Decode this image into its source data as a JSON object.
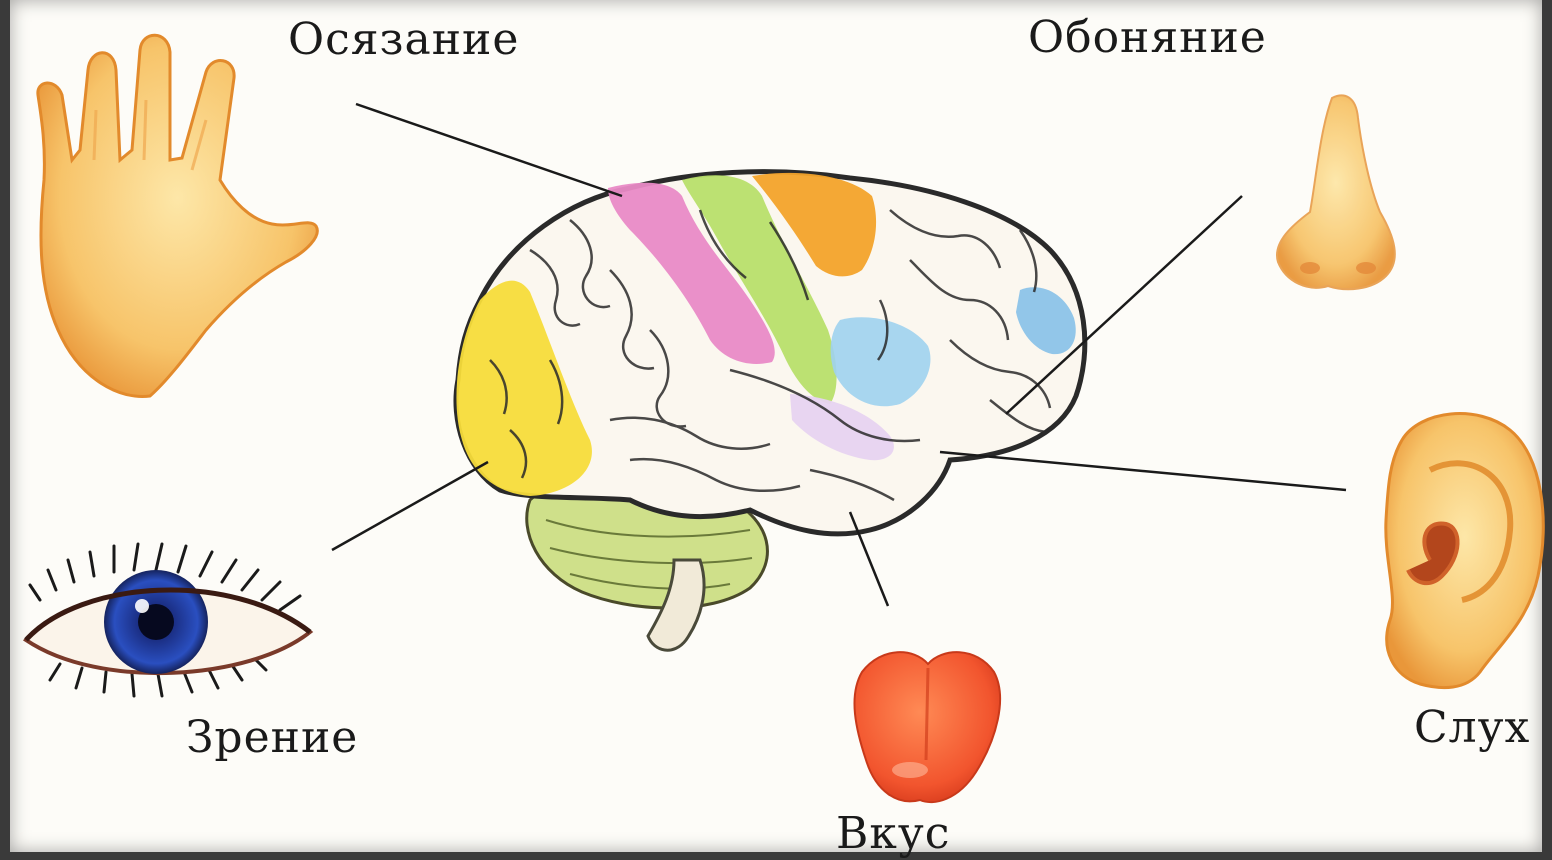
{
  "labels": {
    "touch": "Осязание",
    "smell": "Обоняние",
    "vision": "Зрение",
    "hearing": "Слух",
    "taste": "Вкус"
  },
  "icons": [
    "hand-icon",
    "nose-icon",
    "eye-icon",
    "ear-icon",
    "tongue-icon",
    "brain-icon"
  ],
  "colors": {
    "touch_area": "#e98ac6",
    "motor_area": "#b8df6a",
    "frontal_area": "#f3a32a",
    "vision_area": "#f7dc3a",
    "hearing_area": "#9fd2ee",
    "taste_area": "#e7d3f0",
    "skin": "#f7c46a",
    "tongue": "#f2552e",
    "iris": "#2442a8"
  }
}
